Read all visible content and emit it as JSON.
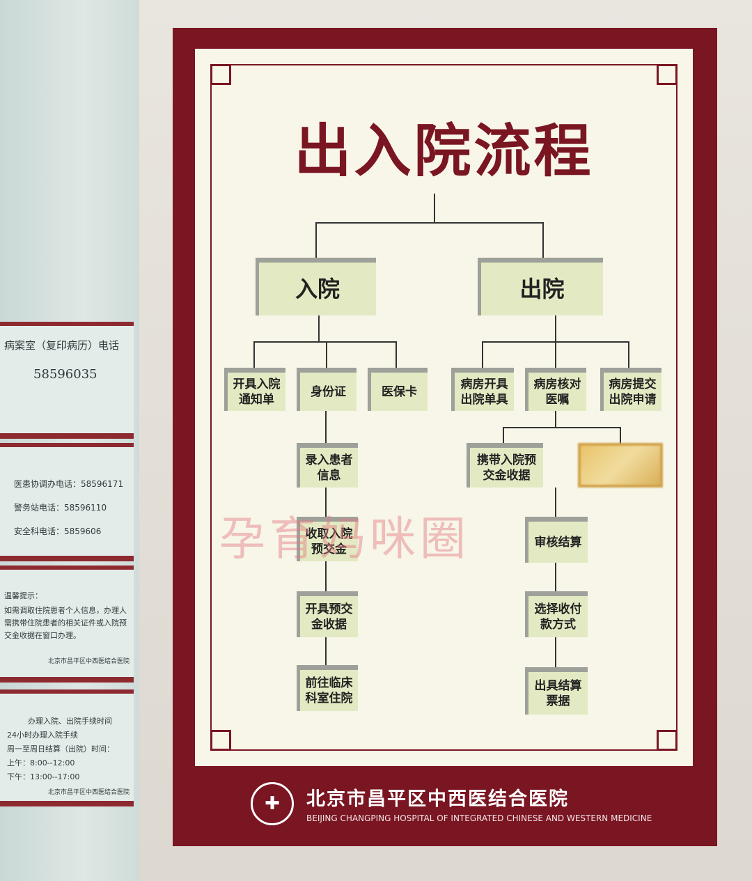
{
  "left_notices": {
    "records": {
      "title": "病案室（复印病历）电话",
      "phone": "58596035"
    },
    "phones": [
      "医患协调办电话：58596171",
      "警务站电话：58596110",
      "安全科电话：5859606"
    ],
    "tip": {
      "title": "温馨提示：",
      "body": "如需调取住院患者个人信息，办理人需携带住院患者的相关证件或入院预交金收据在窗口办理。",
      "sign": "北京市昌平区中西医结合医院"
    },
    "hours": {
      "title": "办理入院、出院手续时间",
      "lines": [
        "24小时办理入院手续",
        "周一至周日结算（出院）时间：",
        "上午：8:00--12:00",
        "下午：13:00--17:00"
      ],
      "sign": "北京市昌平区中西医结合医院"
    }
  },
  "poster": {
    "title": "出入院流程",
    "admission": {
      "label": "入院",
      "steps": [
        "开具入院通知单",
        "身份证",
        "医保卡"
      ],
      "chain": [
        "录入患者信息",
        "收取入院预交金",
        "开具预交金收据",
        "前往临床科室住院"
      ]
    },
    "discharge": {
      "label": "出院",
      "steps": [
        "病房开具出院单具",
        "病房核对医嘱",
        "病房提交出院申请"
      ],
      "branch": [
        "携带入院预交金收据",
        ""
      ],
      "chain": [
        "审核结算",
        "选择收付款方式",
        "出具结算票据"
      ]
    },
    "watermark": "孕育妈咪圈",
    "hospital_name": "北京市昌平区中西医结合医院",
    "hospital_name_en": "BEIJING CHANGPING HOSPITAL OF INTEGRATED CHINESE AND WESTERN MEDICINE"
  },
  "colors": {
    "maroon": "#7a1522",
    "box": "#e3eac3",
    "panel": "#f7f6e8"
  }
}
